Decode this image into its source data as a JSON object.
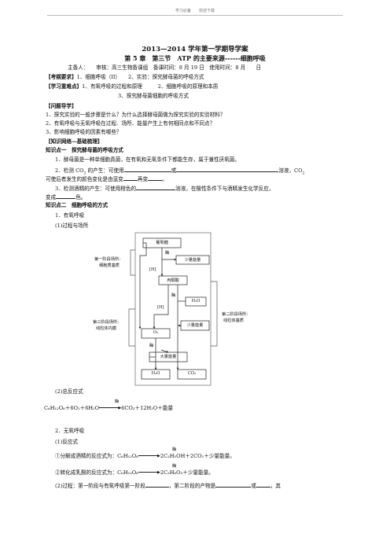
{
  "header": {
    "text": "学习必备　　欢迎下载"
  },
  "title": "2013—2014 学年第一学期导学案",
  "subtitle": "第 5 章　第三节　ATP 的主要来源------细胞呼吸",
  "meta": "主备人：　　审核：高三生物备课组　备课时间：8 月 19 日　使用时间：8 月　　日",
  "exam": {
    "label": "【考纲要求】",
    "text": "1、细胞呼吸（II）　　2、实验：探究酵母菌的呼吸方式"
  },
  "focus": {
    "label": "【学习重难点】",
    "line1": "1、有氧呼吸的过程和原理　　　2、细胞呼吸的原理和本质",
    "line2": "3、探究酵母菌细胞的呼吸方式"
  },
  "questions": {
    "label": "【问题导学】",
    "items": [
      "1、探究实验的一般步骤是什么？为什么选择酵母菌做为探究实验的实验材料？",
      "2、有氧呼吸与无氧呼吸在过程、场所、能量产生上有何相同点和不同点？",
      "3、影响细胞呼吸的因素有哪些？"
    ]
  },
  "network": {
    "label": "【知识网络—基础梳理】"
  },
  "kp1": {
    "title": "知识点一　探究酵母菌的呼吸方式",
    "l1": "1．酵母菌是一种单细胞真菌，在有氧和无氧条件下都能生存，属于兼性厌氧菌。",
    "l2a": "2．检测 CO",
    "l2b": " 的产生：可使用",
    "l2c": "或",
    "l2d": "溶液，CO",
    "l3a": "可使后者发生的颜色变化是由蓝变",
    "l3b": "再变",
    "l3c": "。",
    "l4a": "3．检测酒精的产生：可使用橙色的",
    "l4b": "溶液，在酸性条件下与酒精发生化学反应，",
    "l5a": "变成",
    "l5b": "色。"
  },
  "kp2": {
    "title": "知识点二　细胞呼吸的方式",
    "s1": "1．有氧呼吸",
    "s1a": "(1)过程与场所",
    "s1b": "(2)总反应式",
    "enzyme": "酶",
    "eq1a": "C₆H₁₂O₆＋6O₂＋6H₂O",
    "eq1b": "6CO₂＋12H₂O＋能量",
    "s2": "2．无氧呼吸",
    "s2a": "(1)反应式",
    "eq2a": "①分解成酒精的反应式为：C₆H₁₂O₆",
    "eq2b": "2C₂H₅OH＋2CO₂＋少量能量。",
    "eq3a": "②转化成乳酸的反应式为：C₆H₁₂O₆",
    "eq3b": "2C₃H₆O₃＋少量能量。",
    "s2b_a": "(2)过程：第一阶段与有氧呼吸第一阶段",
    "s2b_b": "，第二阶段的产物是",
    "s2b_c": "或",
    "s2b_d": "，其"
  },
  "diagram": {
    "glucose": "葡萄糖",
    "enzyme": "酶",
    "little_energy": "少量能量",
    "pyruvate": "丙酮酸",
    "h2o_in": "H₂O",
    "o2": "O₂",
    "much_energy": "大量能量",
    "h2o_out": "H₂O",
    "co2": "CO₂",
    "H": "[H]",
    "stage1": [
      "第一阶段场所：",
      "细胞质基质"
    ],
    "stage2": [
      "第二阶段场所：",
      "线粒体基质"
    ],
    "stage3": [
      "第三阶段场所：",
      "线粒体内膜"
    ]
  }
}
